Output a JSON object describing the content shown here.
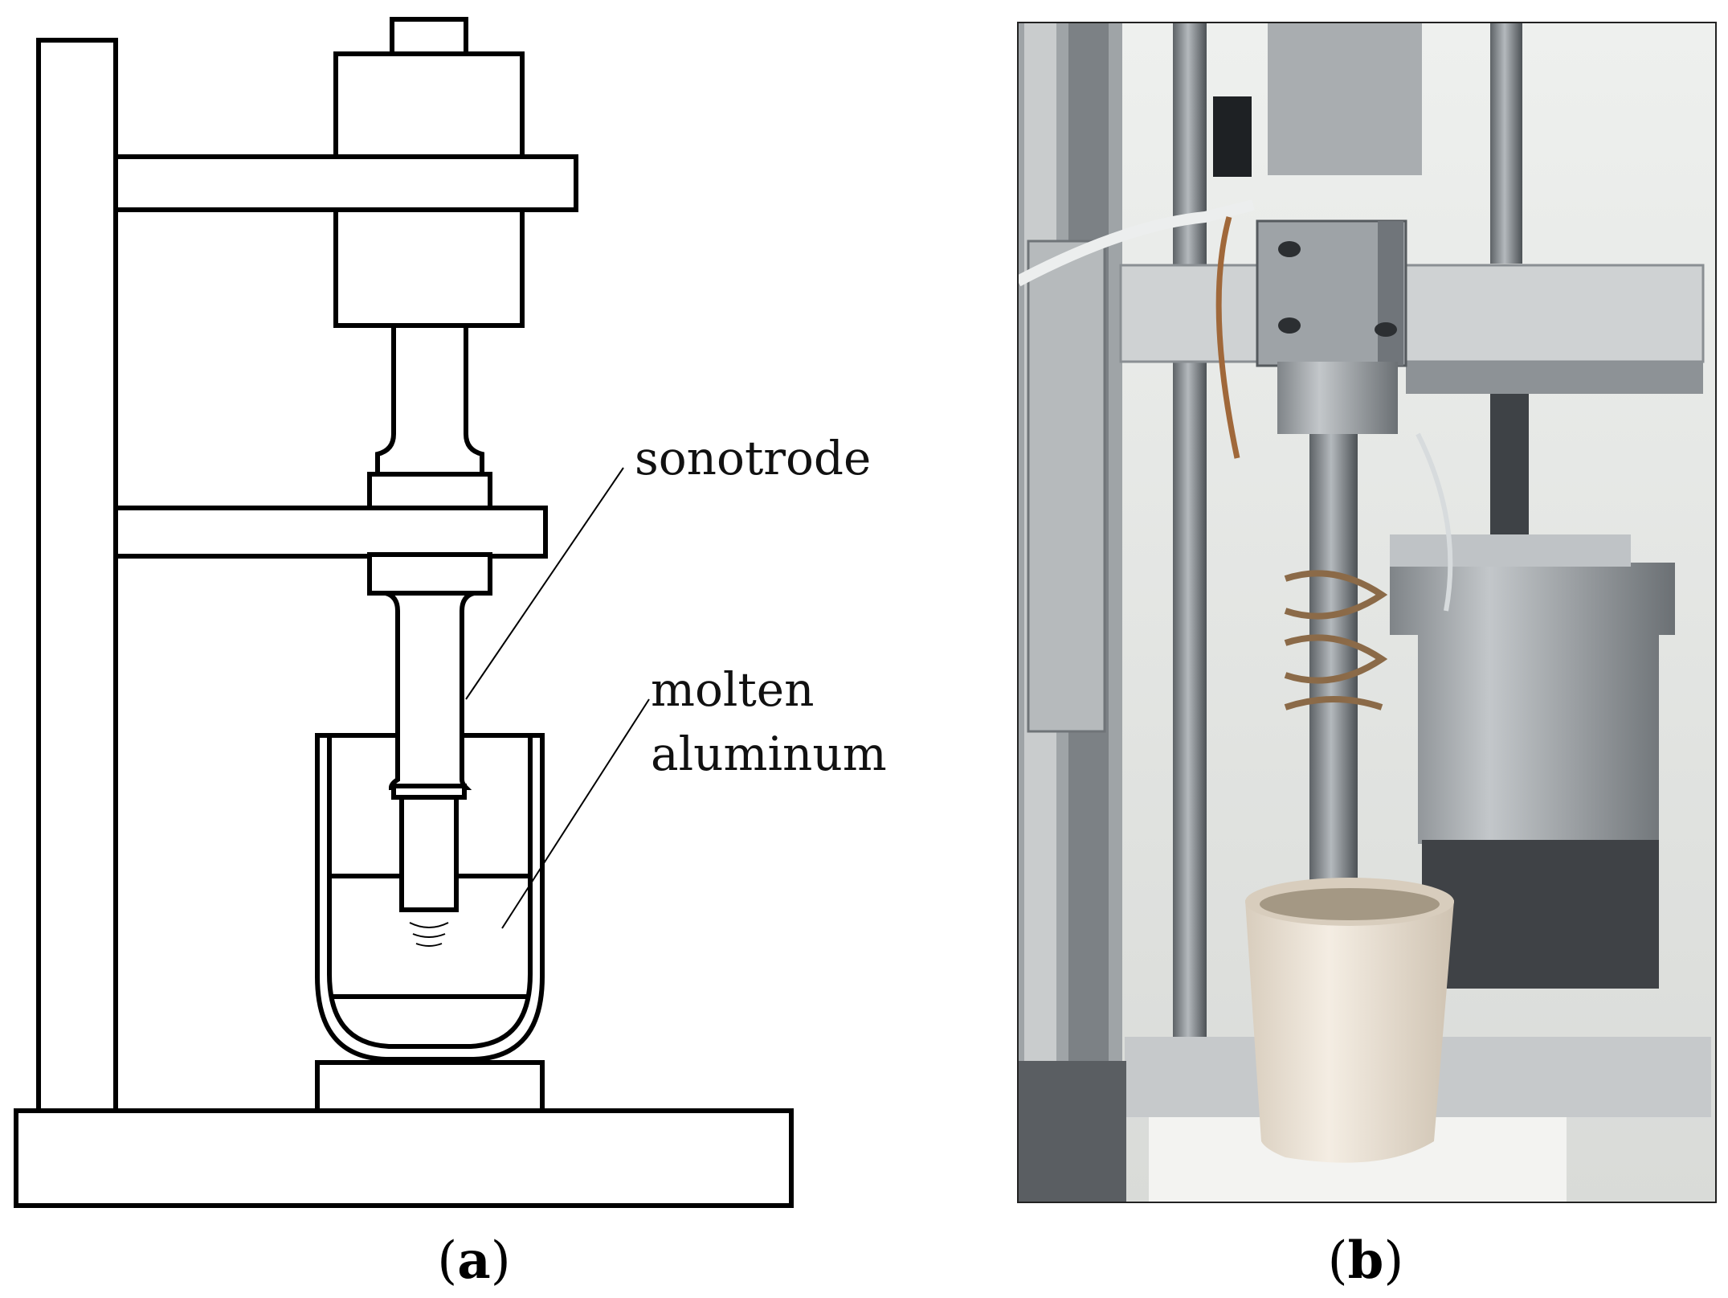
{
  "labels": {
    "sonotrode": "sonotrode",
    "molten_line1": "molten",
    "molten_line2": "aluminum"
  },
  "captions": {
    "a_open": "(",
    "a_letter": "a",
    "a_close": ")",
    "b_open": "(",
    "b_letter": "b",
    "b_close": ")"
  },
  "colors": {
    "line": "#000000",
    "background": "#ffffff",
    "crucible_white": "#eae2d6",
    "wall_light": "#e6e8e6",
    "metal_grey": "#8a8f94"
  }
}
